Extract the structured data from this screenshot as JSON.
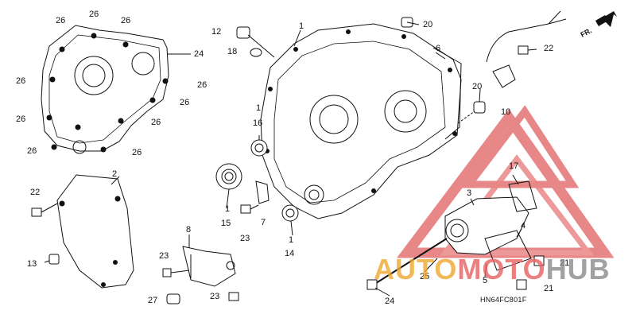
{
  "diagram": {
    "drawing_code": "HN64FC801F",
    "direction_label": "FR.",
    "watermark": {
      "part1": "AUTO",
      "part2": "MOTO",
      "part3": "HUB"
    },
    "callouts": [
      {
        "id": "c1a",
        "text": "26"
      },
      {
        "id": "c1b",
        "text": "26"
      },
      {
        "id": "c1c",
        "text": "26"
      },
      {
        "id": "c1d",
        "text": "24"
      },
      {
        "id": "c1e",
        "text": "26"
      },
      {
        "id": "c1f",
        "text": "26"
      },
      {
        "id": "c1g",
        "text": "26"
      },
      {
        "id": "c1h",
        "text": "26"
      },
      {
        "id": "c1i",
        "text": "26"
      },
      {
        "id": "c1j",
        "text": "26"
      },
      {
        "id": "c1k",
        "text": "26"
      },
      {
        "id": "c2",
        "text": "2"
      },
      {
        "id": "c22a",
        "text": "22"
      },
      {
        "id": "c13",
        "text": "13"
      },
      {
        "id": "c12",
        "text": "12"
      },
      {
        "id": "c18",
        "text": "18"
      },
      {
        "id": "c1",
        "text": "1"
      },
      {
        "id": "c20a",
        "text": "20"
      },
      {
        "id": "c6",
        "text": "6"
      },
      {
        "id": "c22b",
        "text": "22"
      },
      {
        "id": "c20b",
        "text": "20"
      },
      {
        "id": "c10",
        "text": "10"
      },
      {
        "id": "c1x",
        "text": "1"
      },
      {
        "id": "c16",
        "text": "16"
      },
      {
        "id": "c1y",
        "text": "1"
      },
      {
        "id": "c15",
        "text": "15"
      },
      {
        "id": "c23a",
        "text": "23"
      },
      {
        "id": "c7",
        "text": "7"
      },
      {
        "id": "c1z",
        "text": "1"
      },
      {
        "id": "c14",
        "text": "14"
      },
      {
        "id": "c17",
        "text": "17"
      },
      {
        "id": "c3",
        "text": "3"
      },
      {
        "id": "c4",
        "text": "4"
      },
      {
        "id": "c21a",
        "text": "21"
      },
      {
        "id": "c21b",
        "text": "21"
      },
      {
        "id": "c5",
        "text": "5"
      },
      {
        "id": "c25",
        "text": "25"
      },
      {
        "id": "c24",
        "text": "24"
      },
      {
        "id": "c8",
        "text": "8"
      },
      {
        "id": "c23b",
        "text": "23"
      },
      {
        "id": "c23c",
        "text": "23"
      },
      {
        "id": "c27",
        "text": "27"
      }
    ]
  },
  "colors": {
    "ink": "#111111",
    "watermark_red": "#e05a5a",
    "watermark_orange": "#f0a830",
    "watermark_gray": "#8a8a8a"
  }
}
